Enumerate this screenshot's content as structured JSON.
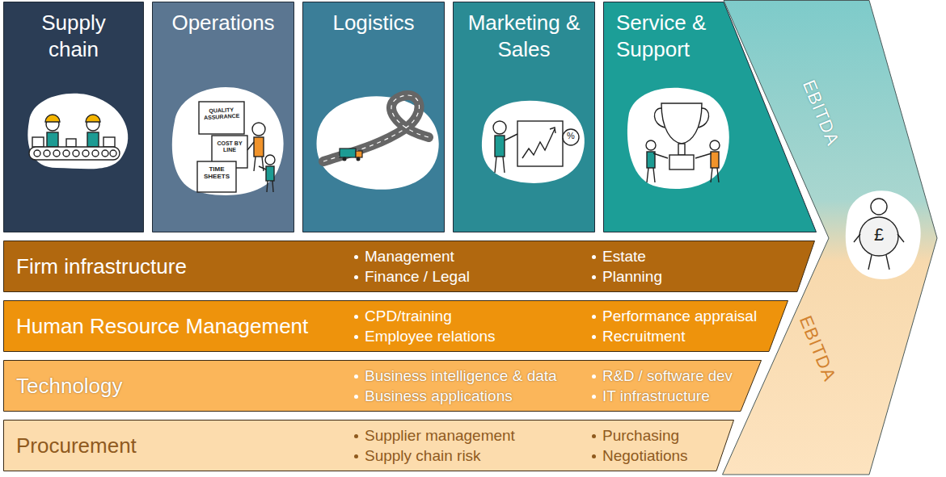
{
  "diagram": {
    "nodes": [
      {
        "text": [
          "Supply chain"
        ]
      },
      {
        "text": [
          "Operations"
        ]
      },
      {
        "text": [
          "Logistics"
        ]
      },
      {
        "text": [
          "Marketing & Sales"
        ]
      },
      {
        "text": [
          "Service & Support"
        ]
      },
      {
        "text": [
          "Firm infrastructure",
          "Management",
          "Finance / Legal",
          "Estate",
          "Planning"
        ]
      },
      {
        "text": [
          "Human Resource Management",
          "CPD/training",
          "Employee relations",
          "Performance appraisal",
          "Recruitment"
        ]
      },
      {
        "text": [
          "Technology",
          "Business intelligence & data",
          "Business applications",
          "R&D / software dev",
          "IT infrastructure"
        ]
      },
      {
        "text": [
          "Procurement",
          "Supplier management",
          "Supply chain risk",
          "Purchasing",
          "Negotiations"
        ]
      },
      {
        "text": [
          "EBITDA",
          "EBITDA"
        ]
      }
    ],
    "labels": [
      "QUALITY ASSURANCE",
      "COST BY LINE",
      "TIME SHEETS",
      "%",
      "£"
    ]
  }
}
